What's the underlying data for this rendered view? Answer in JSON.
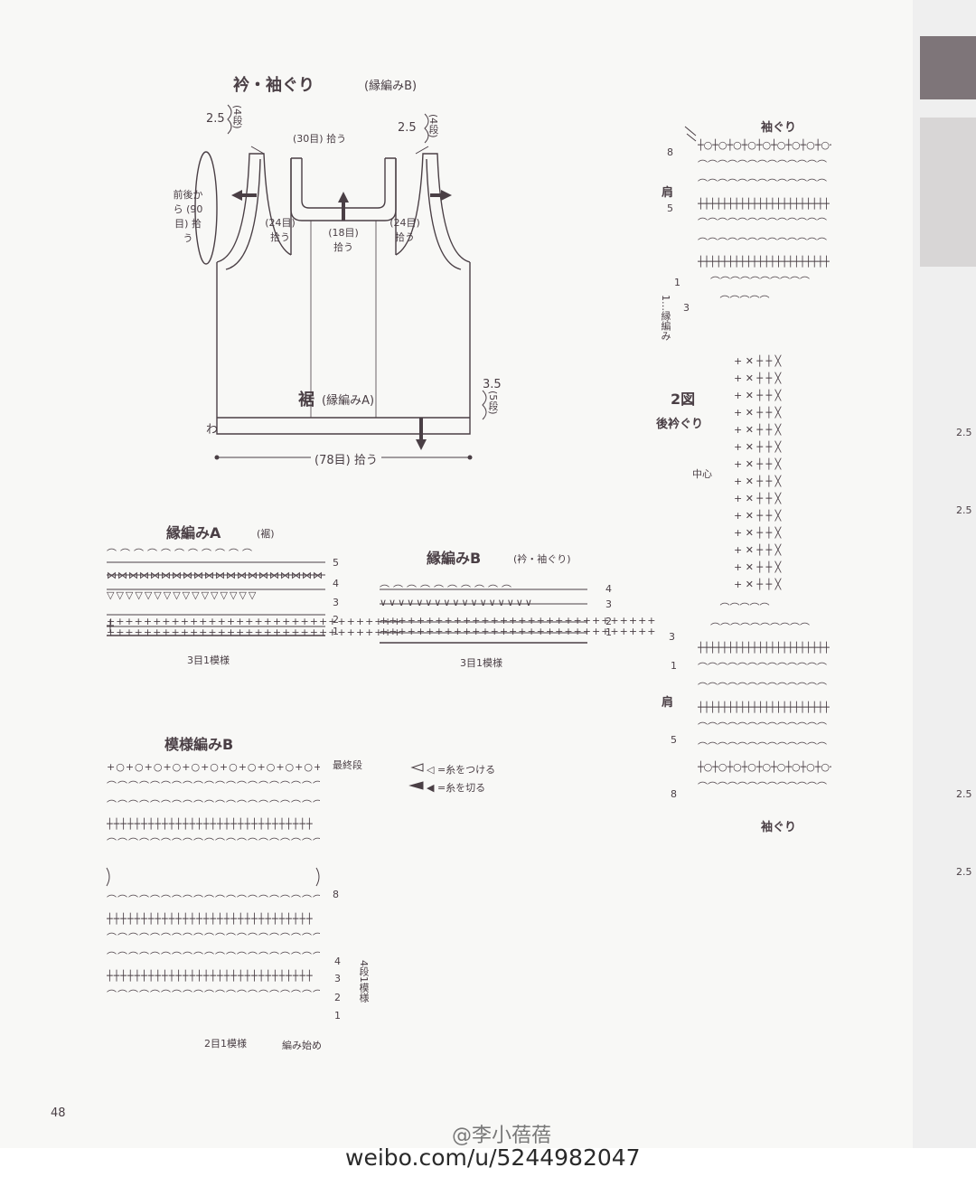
{
  "page_number": "48",
  "top_diagram": {
    "title": "衿・袖ぐり",
    "title_sub": "(縁編みB)",
    "left_rows": "2.5",
    "left_rows_unit": "(4段)",
    "right_rows": "2.5",
    "right_rows_unit": "(4段)",
    "neck_top": "(30目) 拾う",
    "front_back_label": "前後から (90目) 拾う",
    "armhole_left": "(24目) 拾う",
    "neck_center": "(18目) 拾う",
    "armhole_right": "(24目) 拾う",
    "hem_label": "裾",
    "hem_sub": "(縁編みA)",
    "hem_rows": "3.5",
    "hem_rows_unit": "(5段)",
    "ring_label": "わ",
    "bottom_count": "(78目) 拾う"
  },
  "edge_a": {
    "title": "縁編みA",
    "title_sub": "(裾)",
    "rows": [
      "5",
      "4",
      "3",
      "2",
      "1"
    ],
    "repeat": "3目1模様"
  },
  "edge_b": {
    "title": "縁編みB",
    "title_sub": "(衿・袖ぐり)",
    "rows": [
      "4",
      "3",
      "2",
      "1"
    ],
    "repeat": "3目1模様"
  },
  "pattern_b": {
    "title": "模様編みB",
    "last_row": "最終段",
    "row8": "8",
    "rows": [
      "4",
      "3",
      "2",
      "1"
    ],
    "row_repeat": "4段1模様",
    "repeat": "2目1模様",
    "start": "編み始め"
  },
  "legend": {
    "attach": "◁ =糸をつける",
    "cut": "◀ =糸を切る"
  },
  "figure2": {
    "title": "2図",
    "subtitle": "後衿ぐり",
    "armhole_top": "袖ぐり",
    "armhole_bottom": "袖ぐり",
    "shoulder_top": "肩",
    "shoulder_bottom": "肩",
    "center": "中心",
    "edge_label": "1…縁編み",
    "row_top": [
      "8",
      "5",
      "1",
      "3"
    ],
    "row_bottom": [
      "3",
      "1",
      "5",
      "8"
    ]
  },
  "side_marks": [
    "2.5",
    "2.5",
    "2.5",
    "2.5"
  ],
  "watermark": {
    "handle": "@李小蓓蓓",
    "url": "weibo.com/u/5244982047"
  }
}
